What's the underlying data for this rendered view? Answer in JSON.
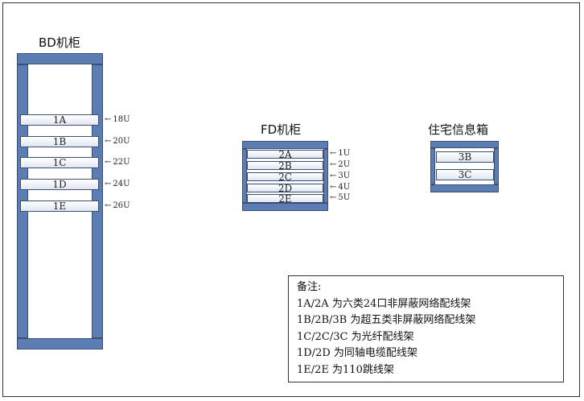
{
  "cabinets": {
    "bd": {
      "title": "BD机柜",
      "panels": [
        {
          "label": "1A",
          "u": "18U"
        },
        {
          "label": "1B",
          "u": "20U"
        },
        {
          "label": "1C",
          "u": "22U"
        },
        {
          "label": "1D",
          "u": "24U"
        },
        {
          "label": "1E",
          "u": "26U"
        }
      ]
    },
    "fd": {
      "title": "FD机柜",
      "panels": [
        {
          "label": "2A",
          "u": "1U"
        },
        {
          "label": "2B",
          "u": "2U"
        },
        {
          "label": "2C",
          "u": "3U"
        },
        {
          "label": "2D",
          "u": "4U"
        },
        {
          "label": "2E",
          "u": "5U"
        }
      ]
    },
    "home": {
      "title": "住宅信息箱",
      "panels": [
        {
          "label": "3B"
        },
        {
          "label": "3C"
        }
      ]
    }
  },
  "legend": {
    "heading": "备注:",
    "lines": [
      "1A/2A 为六类24口非屏蔽网络配线架",
      "1B/2B/3B 为超五类非屏蔽网络配线架",
      "1C/2C/3C 为光纤配线架",
      "1D/2D 为同轴电缆配线架",
      "1E/2E 为110跳线架"
    ]
  },
  "colors": {
    "rack_fill": "#5b7db3",
    "rack_border": "#3a4f72"
  }
}
